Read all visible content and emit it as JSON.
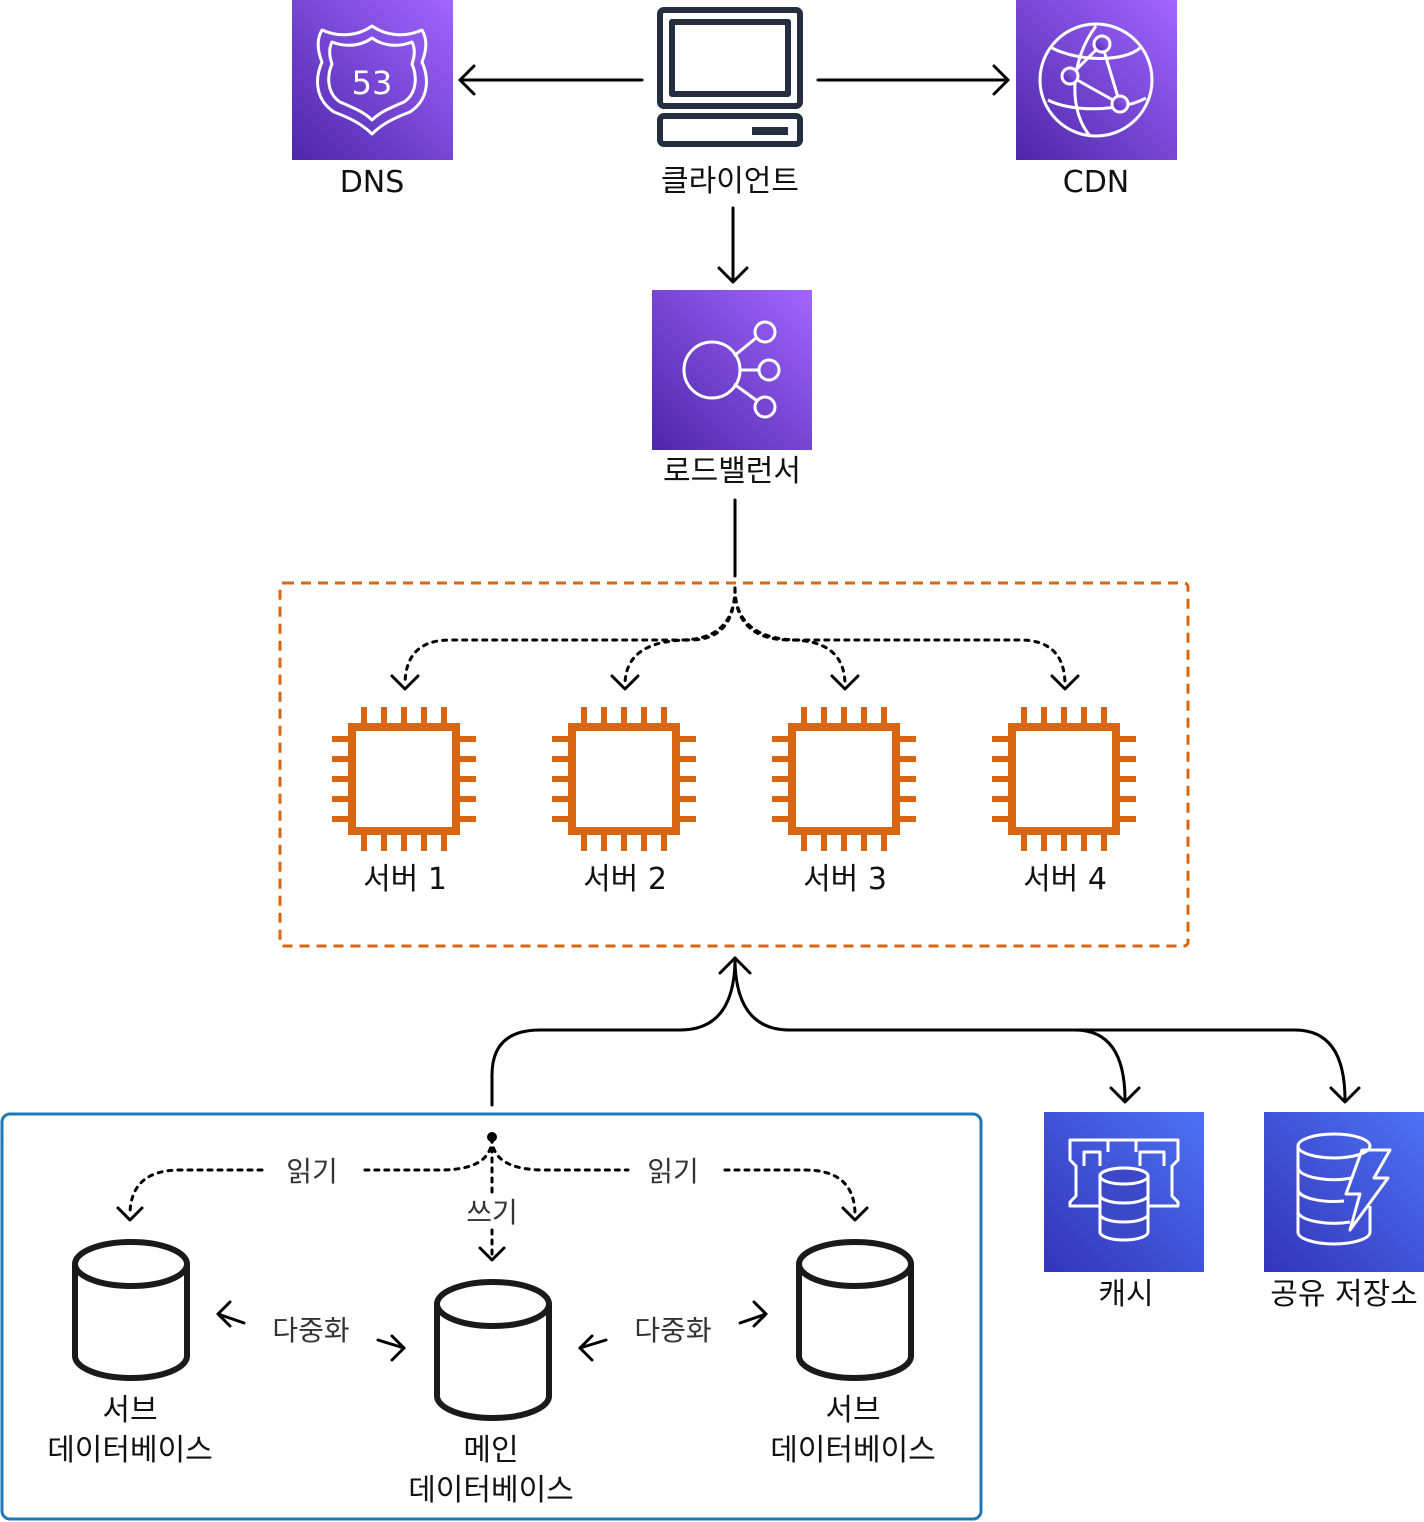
{
  "colors": {
    "purple_top": "#a166ff",
    "purple_bottom": "#4d27a8",
    "blue_top": "#4d72f3",
    "blue_bottom": "#3334b9",
    "compute_orange": "#d86613",
    "group_orange": "#d86613",
    "group_blue": "#1f78b4",
    "line": "#000000"
  },
  "nodes": {
    "client": {
      "label": "클라이언트",
      "icon": "desktop-computer-icon"
    },
    "dns": {
      "label": "DNS",
      "icon": "route53-shield-icon",
      "badge": "53"
    },
    "cdn": {
      "label": "CDN",
      "icon": "cloudfront-globe-icon"
    },
    "load_balancer": {
      "label": "로드밸런서",
      "icon": "load-balancer-icon"
    },
    "servers": [
      {
        "label": "서버 1",
        "icon": "cpu-chip-icon"
      },
      {
        "label": "서버 2",
        "icon": "cpu-chip-icon"
      },
      {
        "label": "서버 3",
        "icon": "cpu-chip-icon"
      },
      {
        "label": "서버 4",
        "icon": "cpu-chip-icon"
      }
    ],
    "cache": {
      "label": "캐시",
      "icon": "cache-memory-icon"
    },
    "shared_storage": {
      "label": "공유 저장소",
      "icon": "dynamodb-icon"
    },
    "main_db": {
      "label_line1": "메인",
      "label_line2": "데이터베이스",
      "icon": "database-cylinder-icon"
    },
    "sub_db_left": {
      "label_line1": "서브",
      "label_line2": "데이터베이스",
      "icon": "database-cylinder-icon"
    },
    "sub_db_right": {
      "label_line1": "서브",
      "label_line2": "데이터베이스",
      "icon": "database-cylinder-icon"
    }
  },
  "edges": {
    "read_left": "읽기",
    "read_right": "읽기",
    "write": "쓰기",
    "replication_left": "다중화",
    "replication_right": "다중화"
  }
}
